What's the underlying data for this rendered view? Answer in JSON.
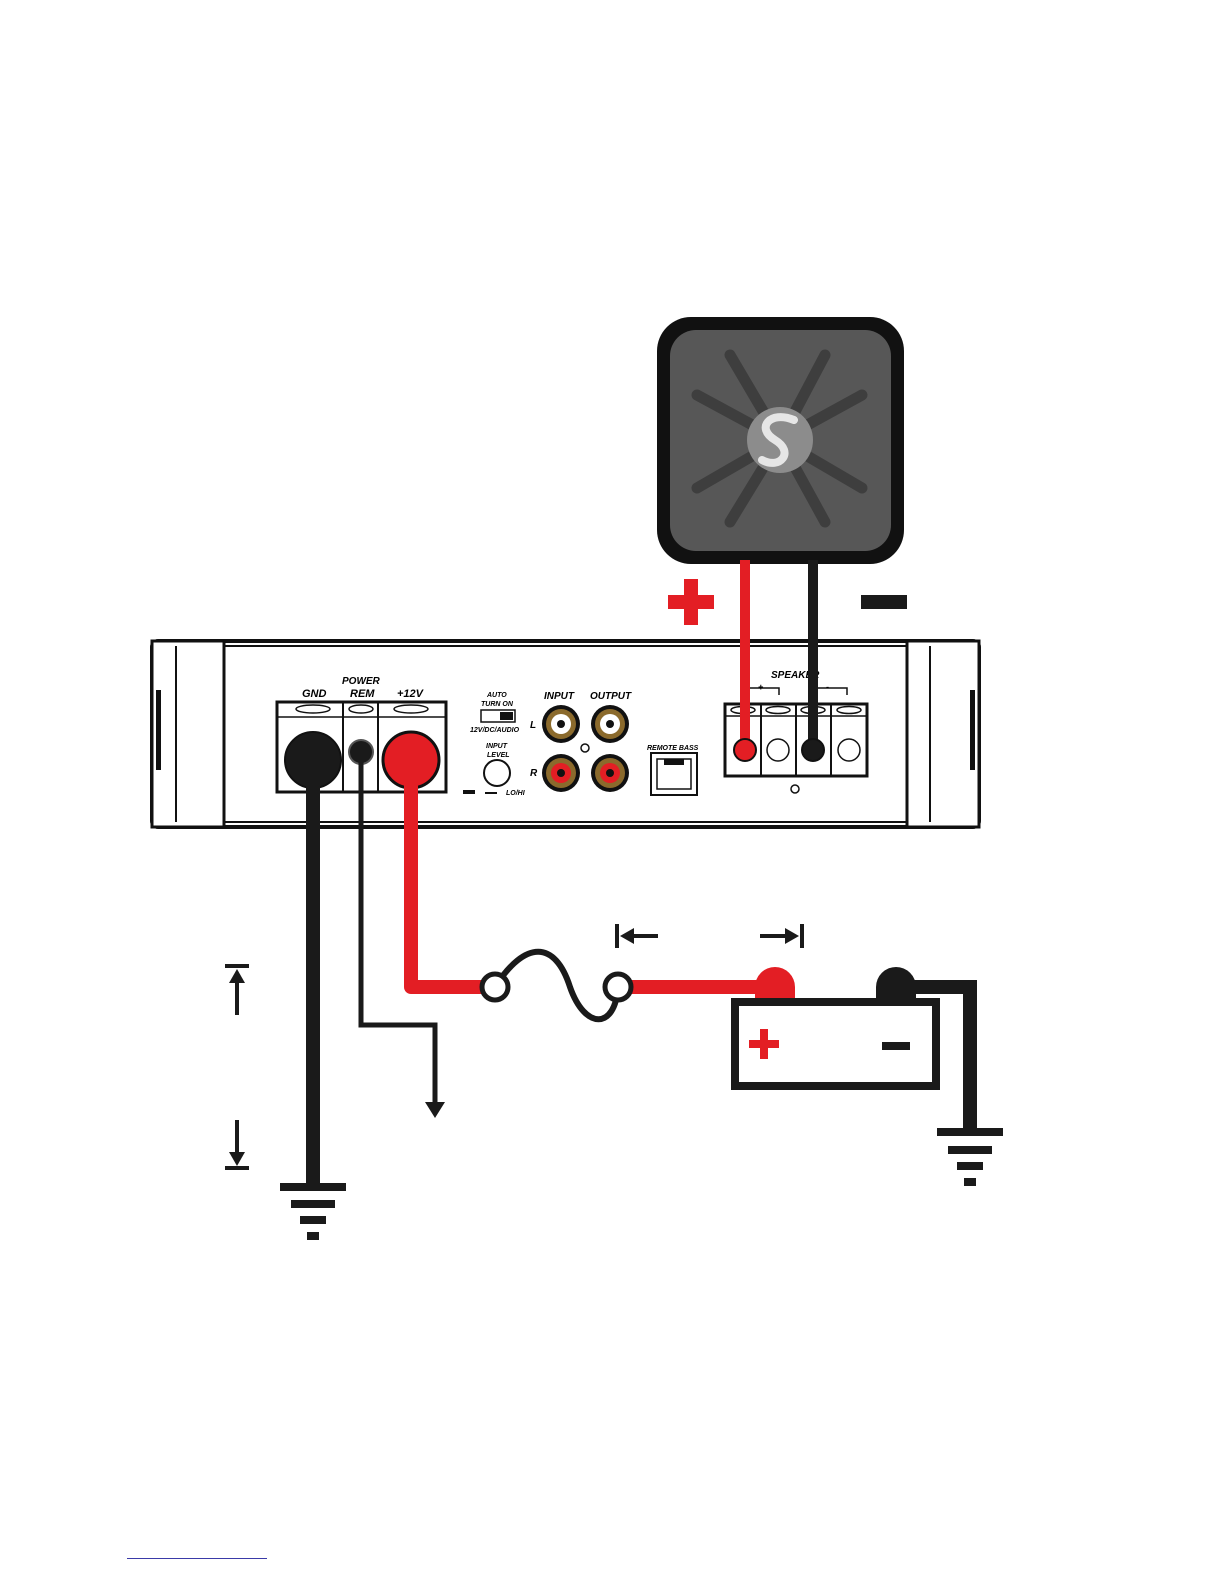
{
  "labels": {
    "gnd": "GND",
    "power": "POWER",
    "rem": "REM",
    "plus12v": "+12V",
    "auto": "AUTO",
    "turn_on": "TURN ON",
    "turn_on_mode": "12V/DC/AUDIO",
    "input_level_1": "INPUT",
    "input_level_2": "LEVEL",
    "lo_hi": "LO/HI",
    "input": "INPUT",
    "output": "OUTPUT",
    "left": "L",
    "right": "R",
    "remote_bass": "REMOTE BASS",
    "speaker": "SPEAKER",
    "spk_plus": "+",
    "spk_minus": "-"
  },
  "colors": {
    "positive": "#e31e24",
    "negative": "#1a1a1a",
    "speaker_body": "#555555",
    "rca_gold": "#8b6a2c"
  },
  "icons": {
    "speaker_logo": "s-logo-icon",
    "ground": "ground-icon",
    "fuse": "fuse-icon",
    "battery": "battery-icon"
  }
}
